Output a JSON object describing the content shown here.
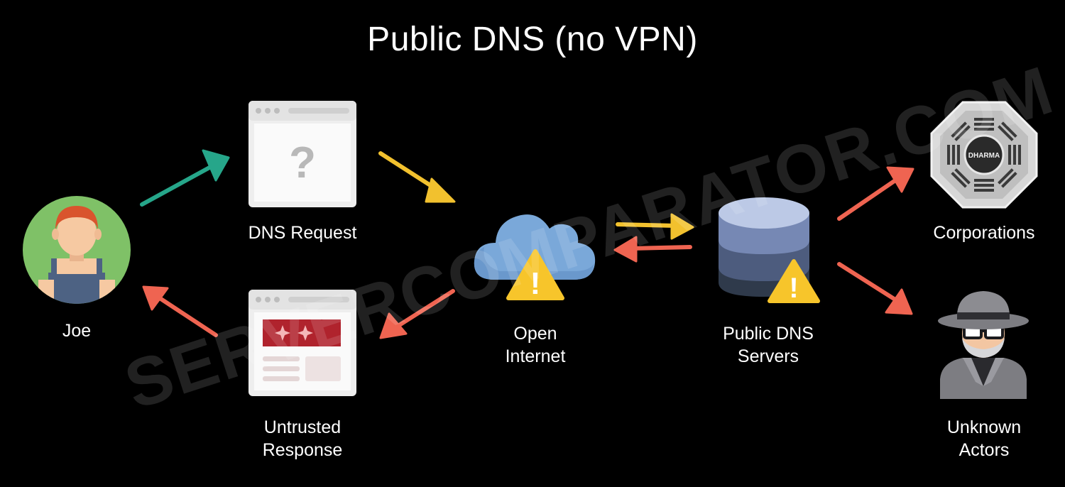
{
  "title": "Public DNS (no VPN)",
  "nodes": {
    "joe": "Joe",
    "dns_request": "DNS Request",
    "untrusted_response": "Untrusted\nResponse",
    "open_internet": "Open\nInternet",
    "public_dns": "Public DNS\nServers",
    "corporations": "Corporations",
    "unknown_actors": "Unknown\nActors"
  },
  "icons": {
    "joe": "person-avatar-icon",
    "dns_request": "browser-question-icon",
    "untrusted_response": "browser-response-icon",
    "open_internet": "cloud-warning-icon",
    "public_dns": "database-warning-icon",
    "corporations": "dharma-logo-icon",
    "unknown_actors": "spy-icon"
  },
  "logo_text": "DHARMA",
  "question_mark": "?",
  "warning_mark": "!",
  "watermark": "SERVERCOMPARATOR.COM",
  "colors": {
    "background": "#000000",
    "arrow_green": "#26a68a",
    "arrow_yellow": "#f2c12e",
    "arrow_red": "#ef6451",
    "avatar_bg": "#7fc167",
    "cloud": "#7aa8d9",
    "warning": "#f7c52b"
  }
}
